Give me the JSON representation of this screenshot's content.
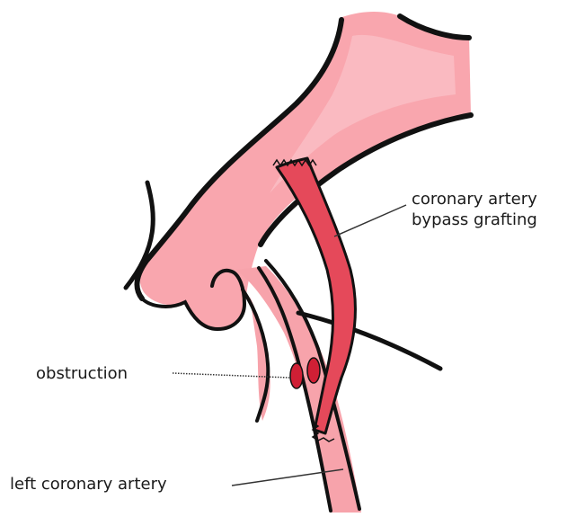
{
  "labels": {
    "cabg_line1": "coronary artery",
    "cabg_line2": "bypass grafting",
    "obstruction": "obstruction",
    "left_coronary_artery": "left coronary artery"
  },
  "colors": {
    "aorta_fill": "#f9a6ae",
    "aorta_highlight": "#fde2e4",
    "vessel_fill": "#f7a3ab",
    "graft_fill": "#e5495a",
    "obstruction_fill": "#d01f35",
    "outline": "#111111",
    "leader": "#333333"
  }
}
